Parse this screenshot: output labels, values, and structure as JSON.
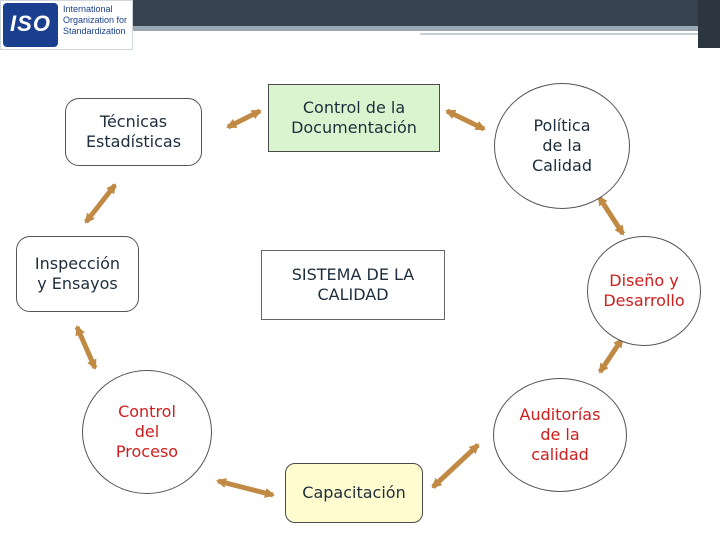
{
  "logo": {
    "mark": "ISO",
    "text_lines": [
      "International",
      "Organization for",
      "Standardization"
    ]
  },
  "nodes": {
    "tecnicas": "Técnicas\nEstadísticas",
    "control_doc": "Control de la\nDocumentación",
    "politica": "Política\nde la\nCalidad",
    "inspeccion": "Inspección\ny Ensayos",
    "sistema": "SISTEMA DE LA\nCALIDAD",
    "diseno": "Diseño y\nDesarrollo",
    "control_proceso": "Control\ndel\nProceso",
    "auditorias": "Auditorías\nde la\ncalidad",
    "capacitacion": "Capacitación"
  },
  "colors": {
    "arrow": "#c08a44",
    "header_bar": "#36434f",
    "green_box": "#d9f5cf",
    "yellow_box": "#fffccf",
    "red_text": "#d01d1d"
  }
}
